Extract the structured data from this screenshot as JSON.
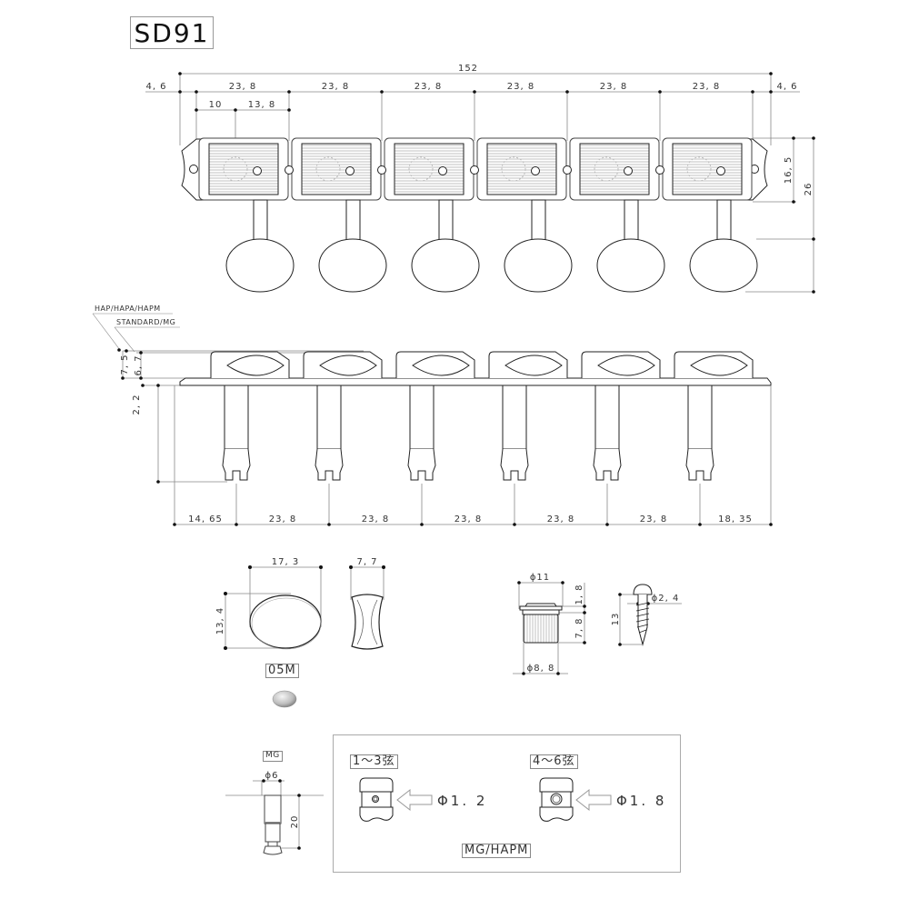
{
  "title": "SD91",
  "top_view": {
    "overall_width": "152",
    "end_margin_left": "4, 6",
    "end_margin_right": "4, 6",
    "pitch_labels": [
      "23, 8",
      "23, 8",
      "23, 8",
      "23, 8",
      "23, 8",
      "23, 8"
    ],
    "post_offset_a": "10",
    "post_offset_b": "13, 8",
    "plate_height": "16, 5",
    "total_height": "26",
    "tuner_count": 6
  },
  "side_view": {
    "variant_label_1": "HAP/HAPA/HAPM",
    "variant_label_2": "STANDARD/MG",
    "height_hap": "7, 5",
    "height_standard": "6, 7",
    "post_length": "2, 2",
    "bottom_dims": [
      "14, 65",
      "23, 8",
      "23, 8",
      "23, 8",
      "23, 8",
      "23, 8",
      "18, 35"
    ]
  },
  "knob_detail": {
    "width": "17, 3",
    "height": "13, 4",
    "thickness": "7, 7",
    "model_label": "05M"
  },
  "bushing_detail": {
    "top_diameter": "ϕ11",
    "flange_height": "1, 8",
    "body_height": "7, 8",
    "bottom_diameter": "ϕ8, 8"
  },
  "screw_detail": {
    "diameter": "ϕ2, 4",
    "length": "13"
  },
  "mg_detail": {
    "label": "MG",
    "diameter": "ϕ6",
    "length": "20"
  },
  "hole_panel": {
    "group1_label": "1～3弦",
    "group1_hole": "Φ1. 2",
    "group2_label": "4～6弦",
    "group2_hole": "Φ1. 8",
    "caption": "MG/HAPM"
  },
  "colors": {
    "line": "#222222",
    "dim_line": "#888888",
    "faint": "#bbbbbb"
  }
}
